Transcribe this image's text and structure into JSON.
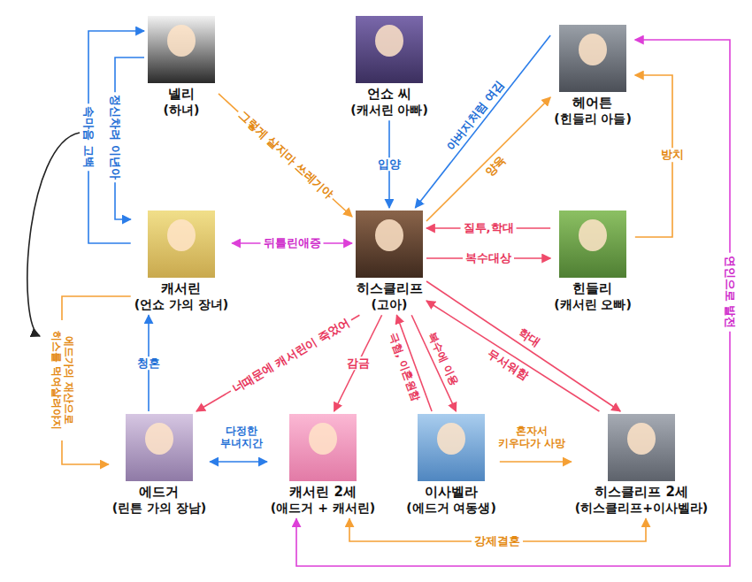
{
  "diagram": {
    "nodes": [
      {
        "text": [
          "넬리",
          "(하녀)"
        ]
      },
      {
        "text": [
          "언쇼 씨",
          "(캐서린 아빠)"
        ]
      },
      {
        "text": [
          "헤어튼",
          "(힌들리 아들)"
        ]
      },
      {
        "text": [
          "캐서린",
          "(언쇼 가의 장녀)"
        ]
      },
      {
        "text": [
          "히스클리프",
          "(고아)"
        ]
      },
      {
        "text": [
          "힌들리",
          "(캐서린 오빠)"
        ]
      },
      {
        "text": [
          "에드거",
          "(린튼 가의 장남)"
        ]
      },
      {
        "text": [
          "캐서린 2세",
          "(애드거 + 캐서린)"
        ]
      },
      {
        "text": [
          "이사벨라",
          "(에드거 여동생)"
        ]
      },
      {
        "text": [
          "히스클리프 2세",
          "(히스클리프+이사벨라)"
        ]
      }
    ],
    "edges": [
      {
        "from": 0,
        "to": 4,
        "arrow": "to",
        "label": "그렇게 살지마 쓰레기야"
      },
      {
        "from": 1,
        "to": 4,
        "arrow": "to",
        "label": "입양"
      },
      {
        "from": 2,
        "to": 4,
        "arrow": "to",
        "label": "아버지처럼 여김"
      },
      {
        "from": 4,
        "to": 2,
        "arrow": "to",
        "label": "양육"
      },
      {
        "from": 3,
        "to": 0,
        "arrow": "to",
        "label": "속마음 고백"
      },
      {
        "from": 0,
        "to": 3,
        "arrow": "to",
        "label": "정신차려 이년아"
      },
      {
        "from": 3,
        "to": 4,
        "arrow": "both",
        "label": "뒤틀린애증"
      },
      {
        "from": 5,
        "to": 4,
        "arrow": "to",
        "label": "질투,학대"
      },
      {
        "from": 4,
        "to": 5,
        "arrow": "to",
        "label": "복수대상"
      },
      {
        "from": 5,
        "to": 2,
        "arrow": "to",
        "label": "방치"
      },
      {
        "from": 4,
        "to": 6,
        "arrow": "to",
        "label": "너때문에 캐서린이 죽었어"
      },
      {
        "from": 6,
        "to": 3,
        "arrow": "to",
        "label": "청혼"
      },
      {
        "from": 3,
        "to": 6,
        "arrow": "to",
        "label": "에드가의 재산으로 히스를 먹여살려야지"
      },
      {
        "from": 6,
        "to": 7,
        "arrow": "both",
        "label": "다정한 부녀지간"
      },
      {
        "from": 4,
        "to": 7,
        "arrow": "to",
        "label": "감금"
      },
      {
        "from": 4,
        "to": 8,
        "arrow": "to",
        "label": "복수에 이용"
      },
      {
        "from": 8,
        "to": 4,
        "arrow": "to",
        "label": "극혐, 이혼원함"
      },
      {
        "from": 4,
        "to": 9,
        "arrow": "to",
        "label": "학대"
      },
      {
        "from": 9,
        "to": 4,
        "arrow": "to",
        "label": "무서워함"
      },
      {
        "from": 8,
        "to": 9,
        "arrow": "to",
        "label": "혼자서 키우다가 사망"
      },
      {
        "from": 7,
        "to": 9,
        "arrow": "both",
        "label": "강제결혼"
      },
      {
        "from": 2,
        "to": 7,
        "arrow": "both",
        "label": "연인으로 발전"
      }
    ]
  }
}
